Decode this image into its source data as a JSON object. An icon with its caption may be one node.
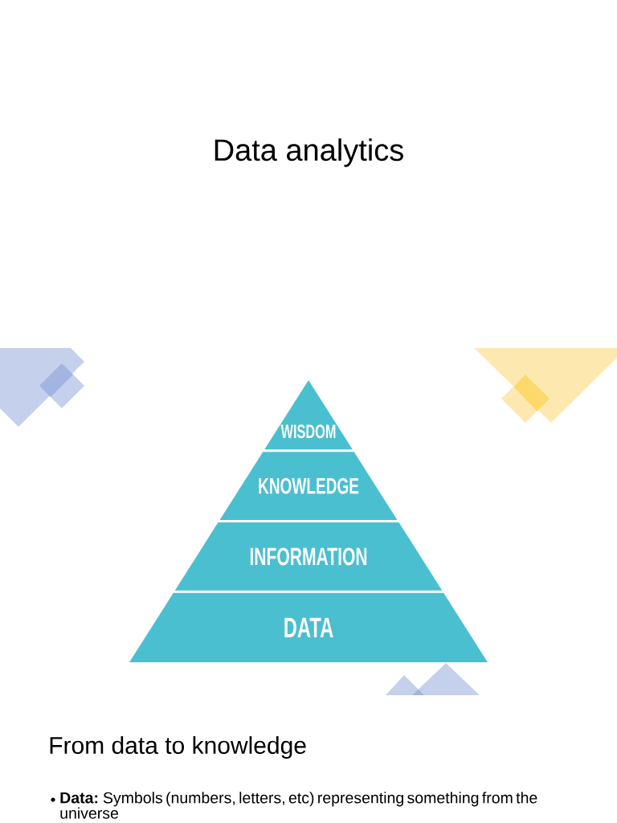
{
  "diagram": {
    "title": "Data analytics",
    "nodes": [
      {
        "text": [
          "WISDOM"
        ]
      },
      {
        "text": [
          "KNOWLEDGE"
        ]
      },
      {
        "text": [
          "INFORMATION"
        ]
      },
      {
        "text": [
          "DATA"
        ]
      }
    ],
    "labels": [
      "From data to knowledge",
      "**Data:** Symbols (numbers, letters, etc) representing something from the universe"
    ]
  }
}
